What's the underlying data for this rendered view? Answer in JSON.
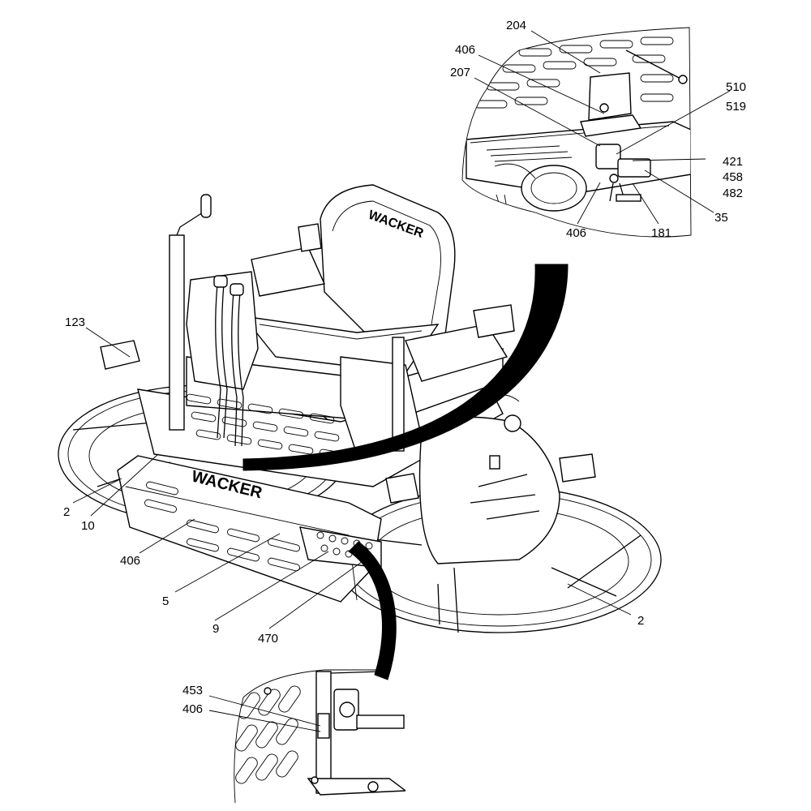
{
  "diagram": {
    "brand_text": "WACKER",
    "callouts": [
      {
        "id": "c-204",
        "text": "204"
      },
      {
        "id": "c-406-top",
        "text": "406"
      },
      {
        "id": "c-207",
        "text": "207"
      },
      {
        "id": "c-510",
        "text": "510"
      },
      {
        "id": "c-519",
        "text": "519"
      },
      {
        "id": "c-421",
        "text": "421"
      },
      {
        "id": "c-458",
        "text": "458"
      },
      {
        "id": "c-482",
        "text": "482"
      },
      {
        "id": "c-35",
        "text": "35"
      },
      {
        "id": "c-406-inset",
        "text": "406"
      },
      {
        "id": "c-181",
        "text": "181"
      },
      {
        "id": "c-123",
        "text": "123"
      },
      {
        "id": "c-2-left",
        "text": "2"
      },
      {
        "id": "c-10",
        "text": "10"
      },
      {
        "id": "c-406-main",
        "text": "406"
      },
      {
        "id": "c-5",
        "text": "5"
      },
      {
        "id": "c-9",
        "text": "9"
      },
      {
        "id": "c-470",
        "text": "470"
      },
      {
        "id": "c-2-right",
        "text": "2"
      },
      {
        "id": "c-453",
        "text": "453"
      },
      {
        "id": "c-406-bottom",
        "text": "406"
      }
    ]
  }
}
